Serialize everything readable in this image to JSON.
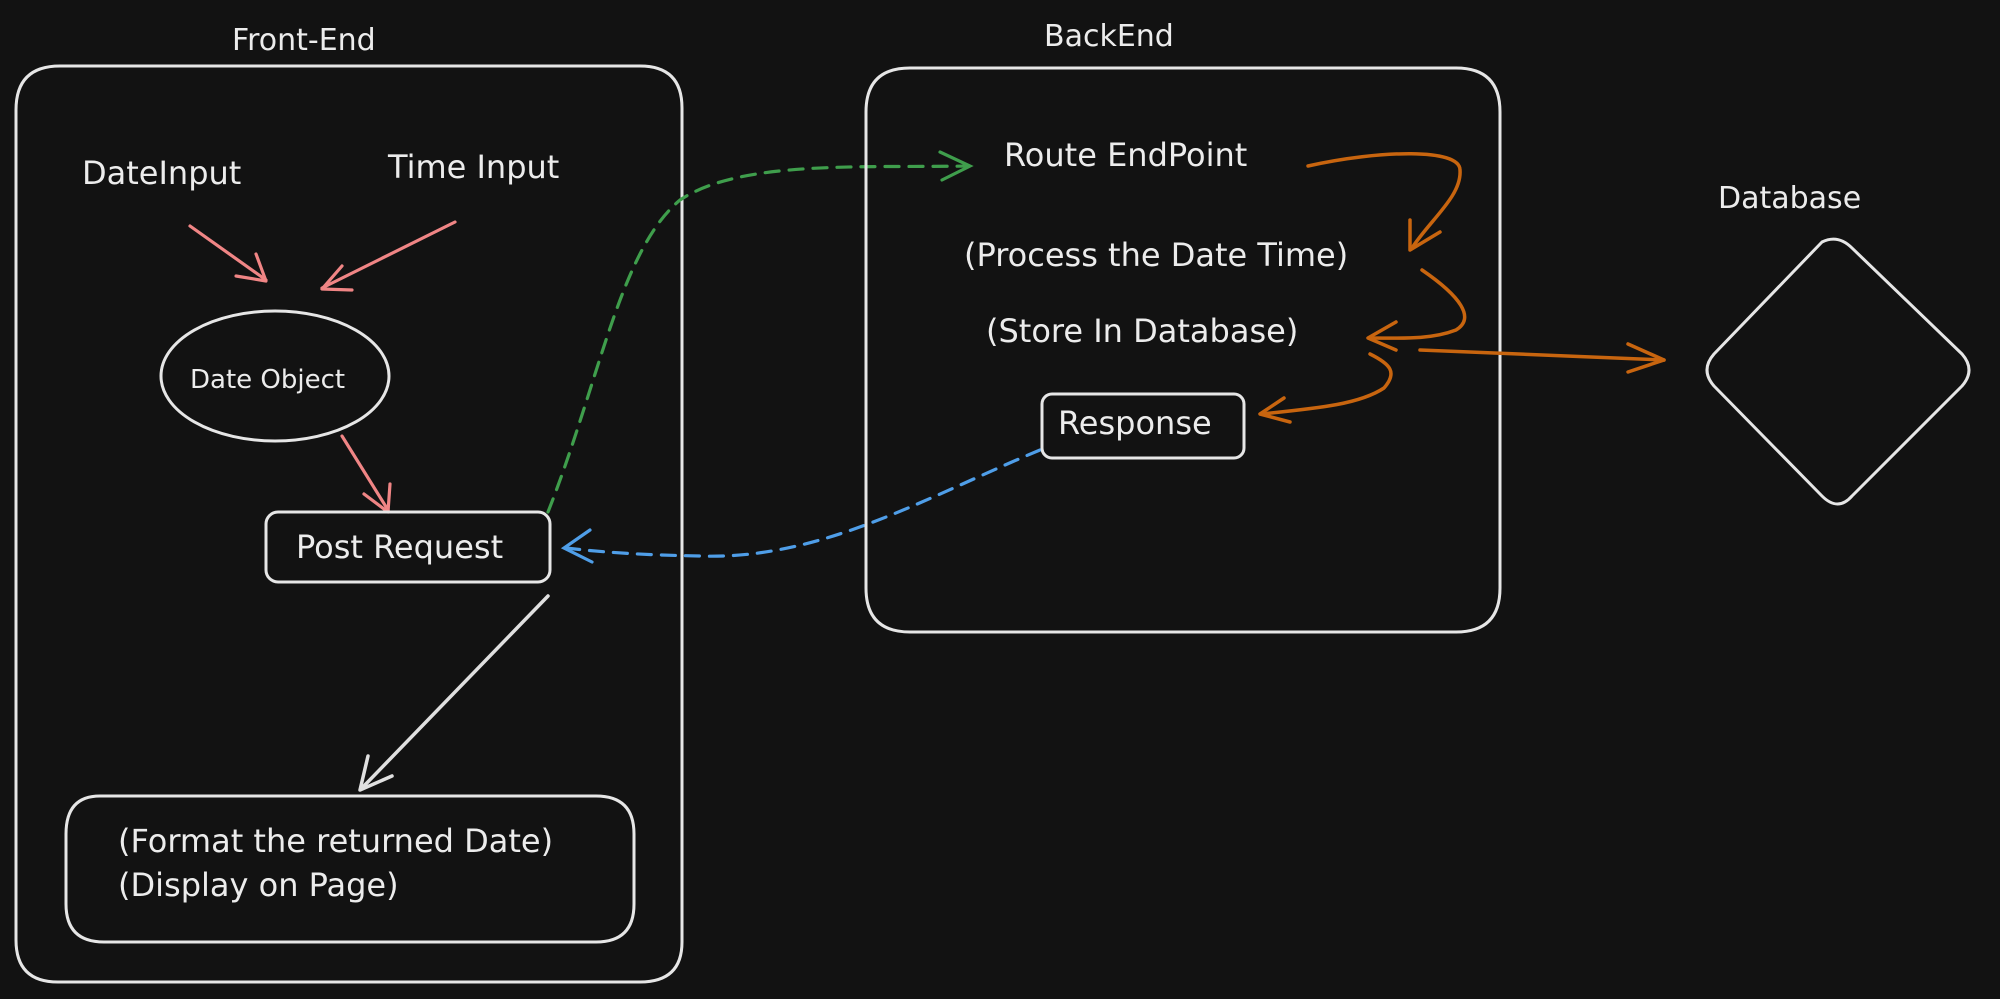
{
  "frontend": {
    "title": "Front-End",
    "date_input": "DateInput",
    "time_input": "Time Input",
    "date_object": "Date Object",
    "post_request": "Post Request",
    "format_line1": "(Format the returned Date)",
    "format_line2": "(Display on Page)"
  },
  "backend": {
    "title": "BackEnd",
    "route_endpoint": "Route EndPoint",
    "process": "(Process the Date Time)",
    "store": "(Store In Database)",
    "response": "Response"
  },
  "database": {
    "title": "Database"
  },
  "colors": {
    "background": "#121212",
    "stroke": "#e6e6e6",
    "input_arrows": "#f08585",
    "request_arrow": "#3f9e4c",
    "response_arrow": "#4f9ee8",
    "backend_flow": "#c8650f"
  }
}
